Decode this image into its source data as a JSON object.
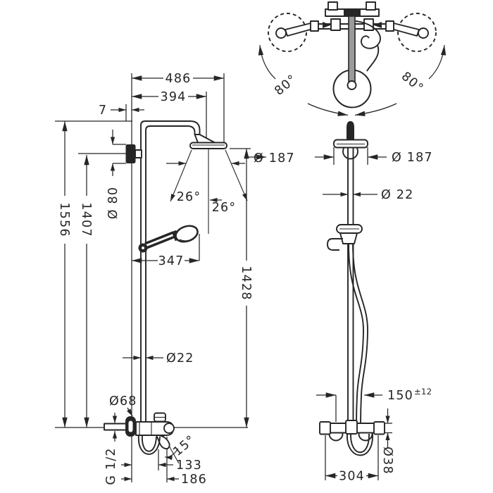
{
  "drawing": {
    "kind": "technical-dimension-drawing",
    "subject": "shower system with overhead shower, hand shower and bath mixer — two orthographic views plus top swivel detail",
    "units": "mm",
    "line_color": "#262626",
    "background": "#ffffff"
  },
  "views": {
    "left": {
      "name": "side-profile-view",
      "dims": {
        "reach_outer": "486",
        "reach_center": "394",
        "wall_offset": "7",
        "wall_plate": "Ø 80",
        "height_total": "1556",
        "height_bracket": "1407",
        "handshower_reach": "347",
        "height_head": "1428",
        "head_dia": "Ø 187",
        "spray_left": "26°",
        "spray_right": "26°",
        "pipe_dia": "Ø22",
        "escutcheon_dia": "Ø68",
        "thread": "G 1/2",
        "spout_angle": "15°",
        "spout_reach": "133",
        "spout_reach_outer": "186"
      }
    },
    "right": {
      "name": "front-view",
      "dims": {
        "head_dia": "Ø 187",
        "pipe_dia": "Ø 22",
        "hose_clearance": "150",
        "hose_clearance_tol": "±12",
        "valve_width": "304",
        "valve_dia": "Ø38"
      }
    },
    "top": {
      "name": "top-swivel-view",
      "dims": {
        "swivel_left": "80°",
        "swivel_right": "80°"
      }
    }
  }
}
